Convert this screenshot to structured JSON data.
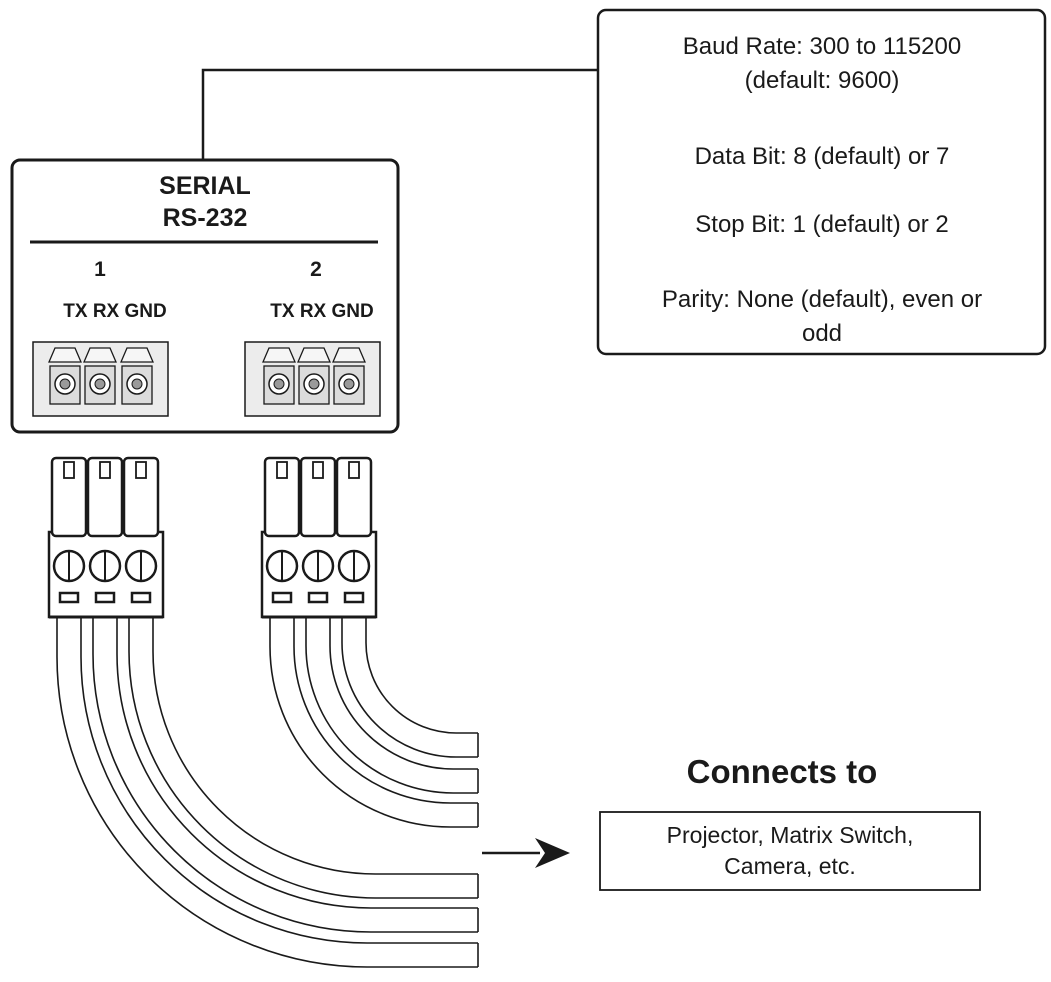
{
  "device": {
    "title_line1": "SERIAL",
    "title_line2": "RS-232",
    "ports": [
      {
        "number": "1",
        "pins": "TX RX GND"
      },
      {
        "number": "2",
        "pins": "TX RX GND"
      }
    ]
  },
  "settings": {
    "baud_line1": "Baud Rate: 300 to 115200",
    "baud_line2": "(default: 9600)",
    "data_bit": "Data Bit: 8 (default) or 7",
    "stop_bit": "Stop Bit: 1 (default) or 2",
    "parity_line1": "Parity: None (default), even or",
    "parity_line2": "odd"
  },
  "connects": {
    "heading": "Connects to",
    "line1": "Projector, Matrix Switch,",
    "line2": "Camera, etc."
  },
  "colors": {
    "line": "#1a1a1a",
    "terminal_fill": "#e9e9e9",
    "background": "#ffffff"
  }
}
